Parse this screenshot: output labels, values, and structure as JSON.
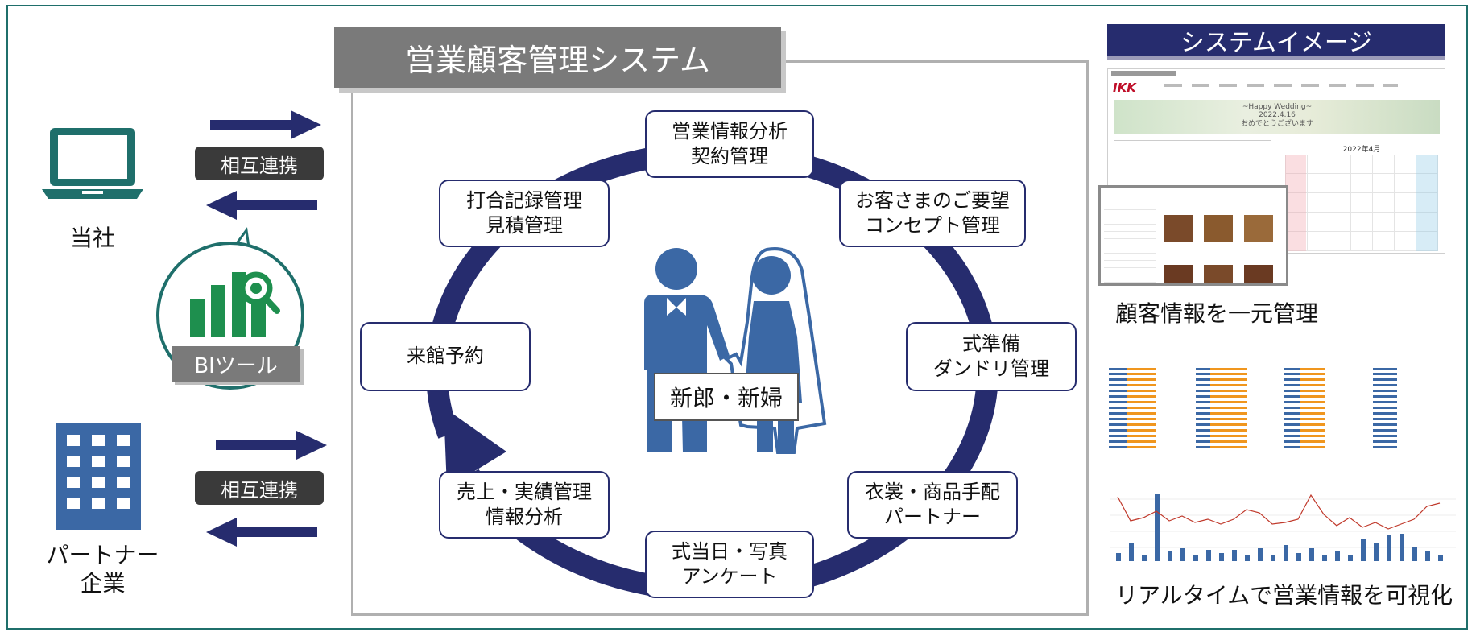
{
  "system": {
    "title": "営業顧客管理システム"
  },
  "center": {
    "label": "新郎・新婦"
  },
  "nodes": [
    {
      "id": "sales-analysis",
      "lines": [
        "営業情報分析",
        "契約管理"
      ]
    },
    {
      "id": "customer-requests",
      "lines": [
        "お客さまのご要望",
        "コンセプト管理"
      ]
    },
    {
      "id": "ceremony-prep",
      "lines": [
        "式準備",
        "ダンドリ管理"
      ]
    },
    {
      "id": "costume-arrangement",
      "lines": [
        "衣裳・商品手配",
        "パートナー"
      ]
    },
    {
      "id": "ceremony-day",
      "lines": [
        "式当日・写真",
        "アンケート"
      ]
    },
    {
      "id": "sales-results",
      "lines": [
        "売上・実績管理",
        "情報分析"
      ]
    },
    {
      "id": "visit-reservation",
      "lines": [
        "来館予約"
      ]
    },
    {
      "id": "meeting-records",
      "lines": [
        "打合記録管理",
        "見積管理"
      ]
    }
  ],
  "left": {
    "company_label": "当社",
    "partner_label_line1": "パートナー",
    "partner_label_line2": "企業",
    "link_label_top": "相互連携",
    "link_label_bottom": "相互連携",
    "bi_label": "BIツール"
  },
  "right": {
    "header": "システムイメージ",
    "caption_top": "顧客情報を一元管理",
    "caption_bottom": "リアルタイムで営業情報を可視化",
    "screenshot": {
      "logo_text": "IKK",
      "banner_line1": "~Happy Wedding~",
      "banner_line2": "2022.4.16",
      "banner_line3": "おめでとうございます",
      "calendar_month": "2022年4月"
    }
  },
  "colors": {
    "navy": "#262c6e",
    "icon_blue": "#3b68a5",
    "teal": "#1f6f6b",
    "bi_green": "#1e8f4e",
    "gray_header": "#7a7a7a",
    "bar_orange": "#f0961e",
    "bar_blue": "#3b68a5"
  }
}
